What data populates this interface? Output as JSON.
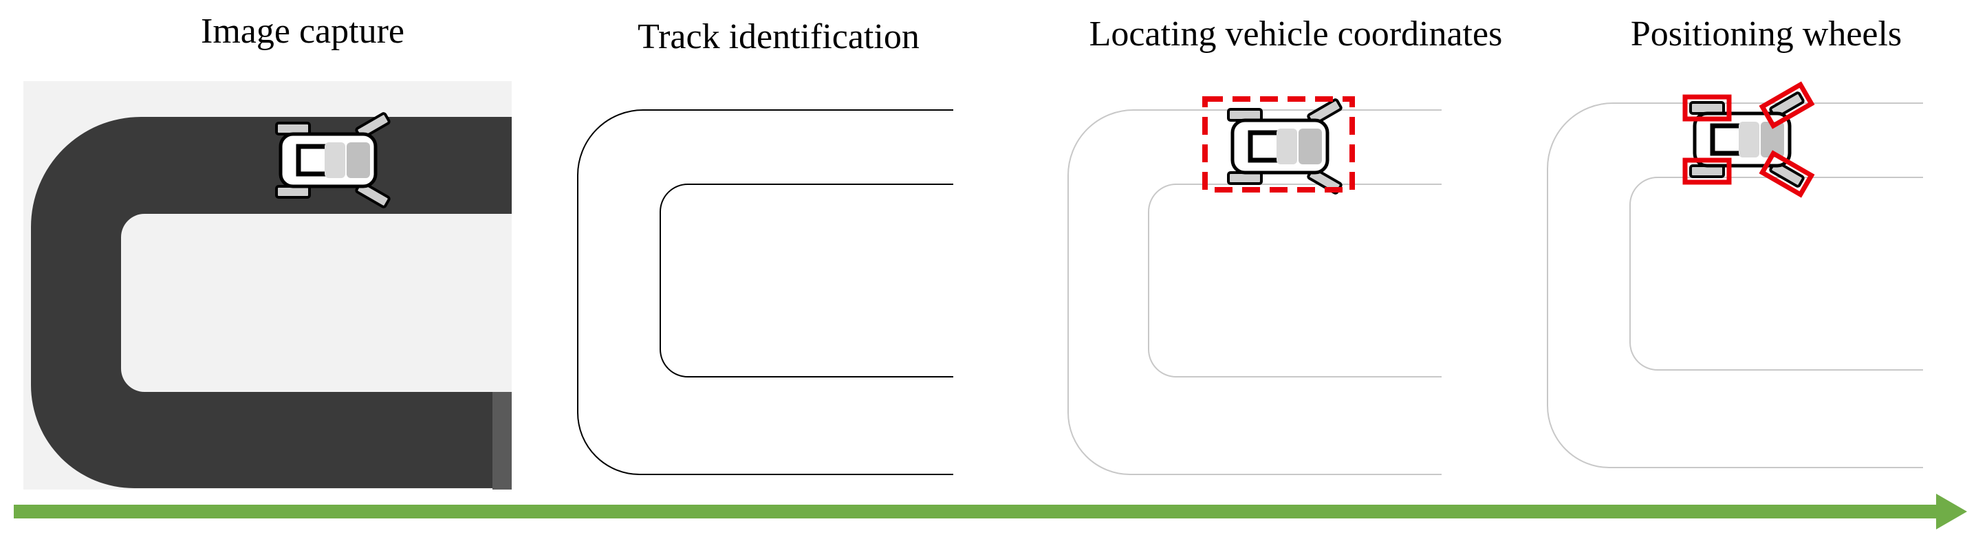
{
  "steps": [
    {
      "title": "Image capture"
    },
    {
      "title": "Track identification"
    },
    {
      "title": "Locating vehicle coordinates"
    },
    {
      "title": "Positioning wheels"
    }
  ],
  "colors": {
    "track_dark": "#3a3a3a",
    "track_inner": "#f4f4f4",
    "outline_black": "#000000",
    "outline_light": "#c8c8c8",
    "highlight_red": "#e8000b",
    "arrow_green": "#70ad47",
    "wheel_gray": "#bdbdbd"
  },
  "icons": [
    "vehicle-icon",
    "bounding-box",
    "wheel-markers",
    "timeline-arrow"
  ]
}
